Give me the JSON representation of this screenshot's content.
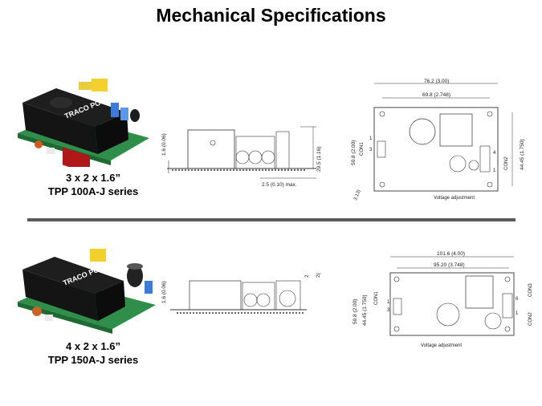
{
  "title": "Mechanical Specifications",
  "product1": {
    "size": "3 x 2 x 1.6”",
    "series": "TPP 100A-J series",
    "brand": "TRACO POWER",
    "side": {
      "height": "1.6 (0.06)",
      "total": "29.5 (1.16)",
      "clearance": "2.5 (0.10) max."
    },
    "top": {
      "width": "76.2 (3.00)",
      "mount": "69.8 (2.748)",
      "height": "50.8 (2.00)",
      "mount_h": "44.45 (1.750)",
      "con1": "CON1",
      "con2": "CON2",
      "pin3": "3",
      "pin1a": "1",
      "pin4": "4",
      "pin1b": "1",
      "corner": "3.13)",
      "adj": "Voltage adjustment"
    }
  },
  "product2": {
    "size": "4 x 2 x 1.6”",
    "series": "TPP 150A-J series",
    "brand": "TRACO POWER",
    "side": {
      "height": "1.6 (0.06)",
      "mark1": "2",
      "mark2": "2("
    },
    "top": {
      "width": "101.6 (4.00)",
      "mount": "95.20 (3.748)",
      "height": "50.8 (2.00)",
      "mount_h": "44.45 (1.750)",
      "con1": "CON1",
      "con2": "CON2",
      "con3": "CON3",
      "pin1": "1",
      "pin3": "3",
      "pin6": "6",
      "pin1b": "1",
      "adj": "Voltage adjustment"
    }
  }
}
